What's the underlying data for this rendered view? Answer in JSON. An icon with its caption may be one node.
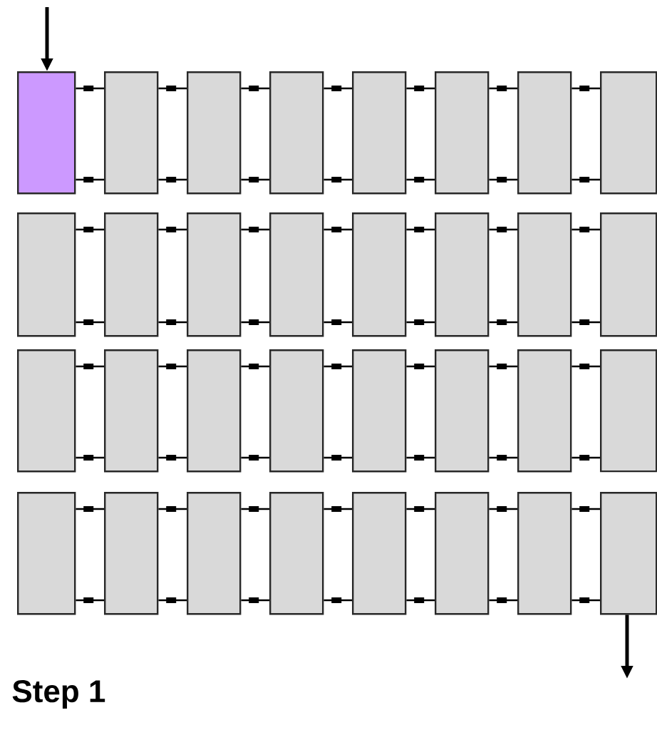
{
  "diagram": {
    "nodes": [
      {
        "text": [],
        "shape": "box"
      },
      {
        "text": [],
        "shape": "box"
      },
      {
        "text": [],
        "shape": "box"
      },
      {
        "text": [],
        "shape": "box"
      },
      {
        "text": [],
        "shape": "box"
      },
      {
        "text": [],
        "shape": "box"
      },
      {
        "text": [],
        "shape": "box"
      },
      {
        "text": [],
        "shape": "box"
      },
      {
        "text": [],
        "shape": "box"
      },
      {
        "text": [],
        "shape": "box"
      },
      {
        "text": [],
        "shape": "box"
      },
      {
        "text": [],
        "shape": "box"
      },
      {
        "text": [],
        "shape": "box"
      },
      {
        "text": [],
        "shape": "box"
      },
      {
        "text": [],
        "shape": "box"
      },
      {
        "text": [],
        "shape": "box"
      },
      {
        "text": [],
        "shape": "box"
      },
      {
        "text": [],
        "shape": "box"
      },
      {
        "text": [],
        "shape": "box"
      },
      {
        "text": [],
        "shape": "box"
      },
      {
        "text": [],
        "shape": "box"
      },
      {
        "text": [],
        "shape": "box"
      },
      {
        "text": [],
        "shape": "box"
      },
      {
        "text": [],
        "shape": "box"
      },
      {
        "text": [],
        "shape": "box"
      },
      {
        "text": [],
        "shape": "box"
      },
      {
        "text": [],
        "shape": "box"
      },
      {
        "text": [],
        "shape": "box"
      },
      {
        "text": [],
        "shape": "box"
      },
      {
        "text": [],
        "shape": "box"
      },
      {
        "text": [],
        "shape": "box"
      },
      {
        "text": [],
        "shape": "box"
      }
    ],
    "edges": [
      {
        "from": null,
        "to": 0,
        "arrow": "to"
      },
      {
        "from": 0,
        "to": 1,
        "arrow": "none"
      },
      {
        "from": 0,
        "to": 1,
        "arrow": "none"
      },
      {
        "from": 1,
        "to": 2,
        "arrow": "none"
      },
      {
        "from": 1,
        "to": 2,
        "arrow": "none"
      },
      {
        "from": 2,
        "to": 3,
        "arrow": "none"
      },
      {
        "from": 2,
        "to": 3,
        "arrow": "none"
      },
      {
        "from": 3,
        "to": 4,
        "arrow": "none"
      },
      {
        "from": 3,
        "to": 4,
        "arrow": "none"
      },
      {
        "from": 4,
        "to": 5,
        "arrow": "none"
      },
      {
        "from": 4,
        "to": 5,
        "arrow": "none"
      },
      {
        "from": 5,
        "to": 6,
        "arrow": "none"
      },
      {
        "from": 5,
        "to": 6,
        "arrow": "none"
      },
      {
        "from": 6,
        "to": 7,
        "arrow": "none"
      },
      {
        "from": 6,
        "to": 7,
        "arrow": "none"
      },
      {
        "from": 8,
        "to": 9,
        "arrow": "none"
      },
      {
        "from": 8,
        "to": 9,
        "arrow": "none"
      },
      {
        "from": 9,
        "to": 10,
        "arrow": "none"
      },
      {
        "from": 9,
        "to": 10,
        "arrow": "none"
      },
      {
        "from": 10,
        "to": 11,
        "arrow": "none"
      },
      {
        "from": 10,
        "to": 11,
        "arrow": "none"
      },
      {
        "from": 11,
        "to": 12,
        "arrow": "none"
      },
      {
        "from": 11,
        "to": 12,
        "arrow": "none"
      },
      {
        "from": 12,
        "to": 13,
        "arrow": "none"
      },
      {
        "from": 12,
        "to": 13,
        "arrow": "none"
      },
      {
        "from": 13,
        "to": 14,
        "arrow": "none"
      },
      {
        "from": 13,
        "to": 14,
        "arrow": "none"
      },
      {
        "from": 14,
        "to": 15,
        "arrow": "none"
      },
      {
        "from": 14,
        "to": 15,
        "arrow": "none"
      },
      {
        "from": 16,
        "to": 17,
        "arrow": "none"
      },
      {
        "from": 16,
        "to": 17,
        "arrow": "none"
      },
      {
        "from": 17,
        "to": 18,
        "arrow": "none"
      },
      {
        "from": 17,
        "to": 18,
        "arrow": "none"
      },
      {
        "from": 18,
        "to": 19,
        "arrow": "none"
      },
      {
        "from": 18,
        "to": 19,
        "arrow": "none"
      },
      {
        "from": 19,
        "to": 20,
        "arrow": "none"
      },
      {
        "from": 19,
        "to": 20,
        "arrow": "none"
      },
      {
        "from": 20,
        "to": 21,
        "arrow": "none"
      },
      {
        "from": 20,
        "to": 21,
        "arrow": "none"
      },
      {
        "from": 21,
        "to": 22,
        "arrow": "none"
      },
      {
        "from": 21,
        "to": 22,
        "arrow": "none"
      },
      {
        "from": 22,
        "to": 23,
        "arrow": "none"
      },
      {
        "from": 22,
        "to": 23,
        "arrow": "none"
      },
      {
        "from": 24,
        "to": 25,
        "arrow": "none"
      },
      {
        "from": 24,
        "to": 25,
        "arrow": "none"
      },
      {
        "from": 25,
        "to": 26,
        "arrow": "none"
      },
      {
        "from": 25,
        "to": 26,
        "arrow": "none"
      },
      {
        "from": 26,
        "to": 27,
        "arrow": "none"
      },
      {
        "from": 26,
        "to": 27,
        "arrow": "none"
      },
      {
        "from": 27,
        "to": 28,
        "arrow": "none"
      },
      {
        "from": 27,
        "to": 28,
        "arrow": "none"
      },
      {
        "from": 28,
        "to": 29,
        "arrow": "none"
      },
      {
        "from": 28,
        "to": 29,
        "arrow": "none"
      },
      {
        "from": 29,
        "to": 30,
        "arrow": "none"
      },
      {
        "from": 29,
        "to": 30,
        "arrow": "none"
      },
      {
        "from": 30,
        "to": 31,
        "arrow": "none"
      },
      {
        "from": 30,
        "to": 31,
        "arrow": "none"
      },
      {
        "from": 31,
        "to": null,
        "arrow": "to"
      }
    ],
    "labels": [
      "Step 1"
    ]
  }
}
